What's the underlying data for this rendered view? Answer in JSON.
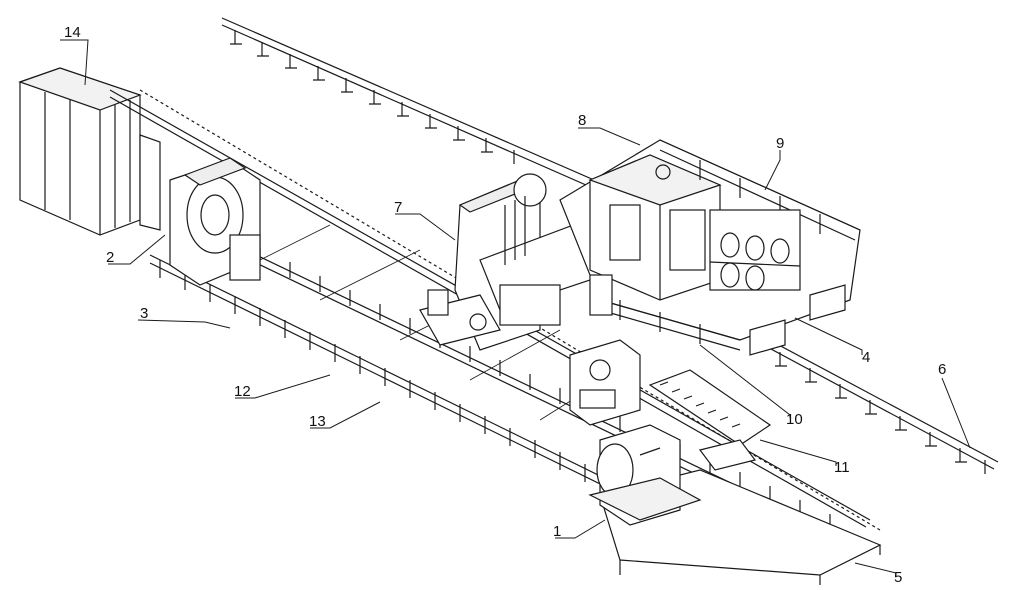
{
  "figure": {
    "labels": [
      "1",
      "2",
      "3",
      "4",
      "5",
      "6",
      "7",
      "8",
      "9",
      "10",
      "11",
      "12",
      "13",
      "14"
    ]
  },
  "colors": {
    "ink": "#1a1a1a",
    "paper": "#ffffff",
    "shade": "#d9d9d9"
  }
}
